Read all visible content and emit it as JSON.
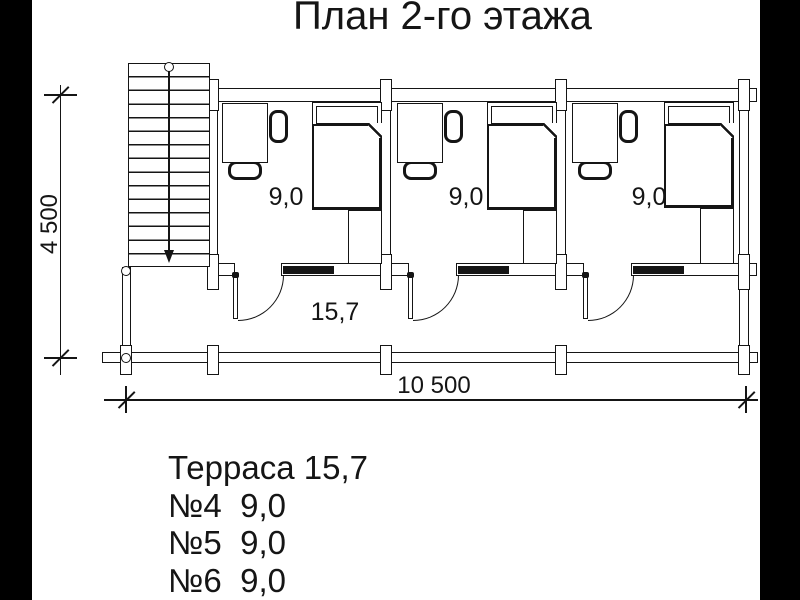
{
  "title": "План 2-го этажа",
  "plan": {
    "room_labels": [
      "9,0",
      "9,0",
      "9,0"
    ],
    "terrace_label": "15,7",
    "dim_vertical": "4 500",
    "dim_horizontal": "10 500"
  },
  "legend": [
    "Терраса 15,7",
    "№4  9,0",
    "№5  9,0",
    "№6  9,0"
  ],
  "colors": {
    "ink": "#151515",
    "paper": "#ffffff",
    "side_bars": "#000000"
  }
}
